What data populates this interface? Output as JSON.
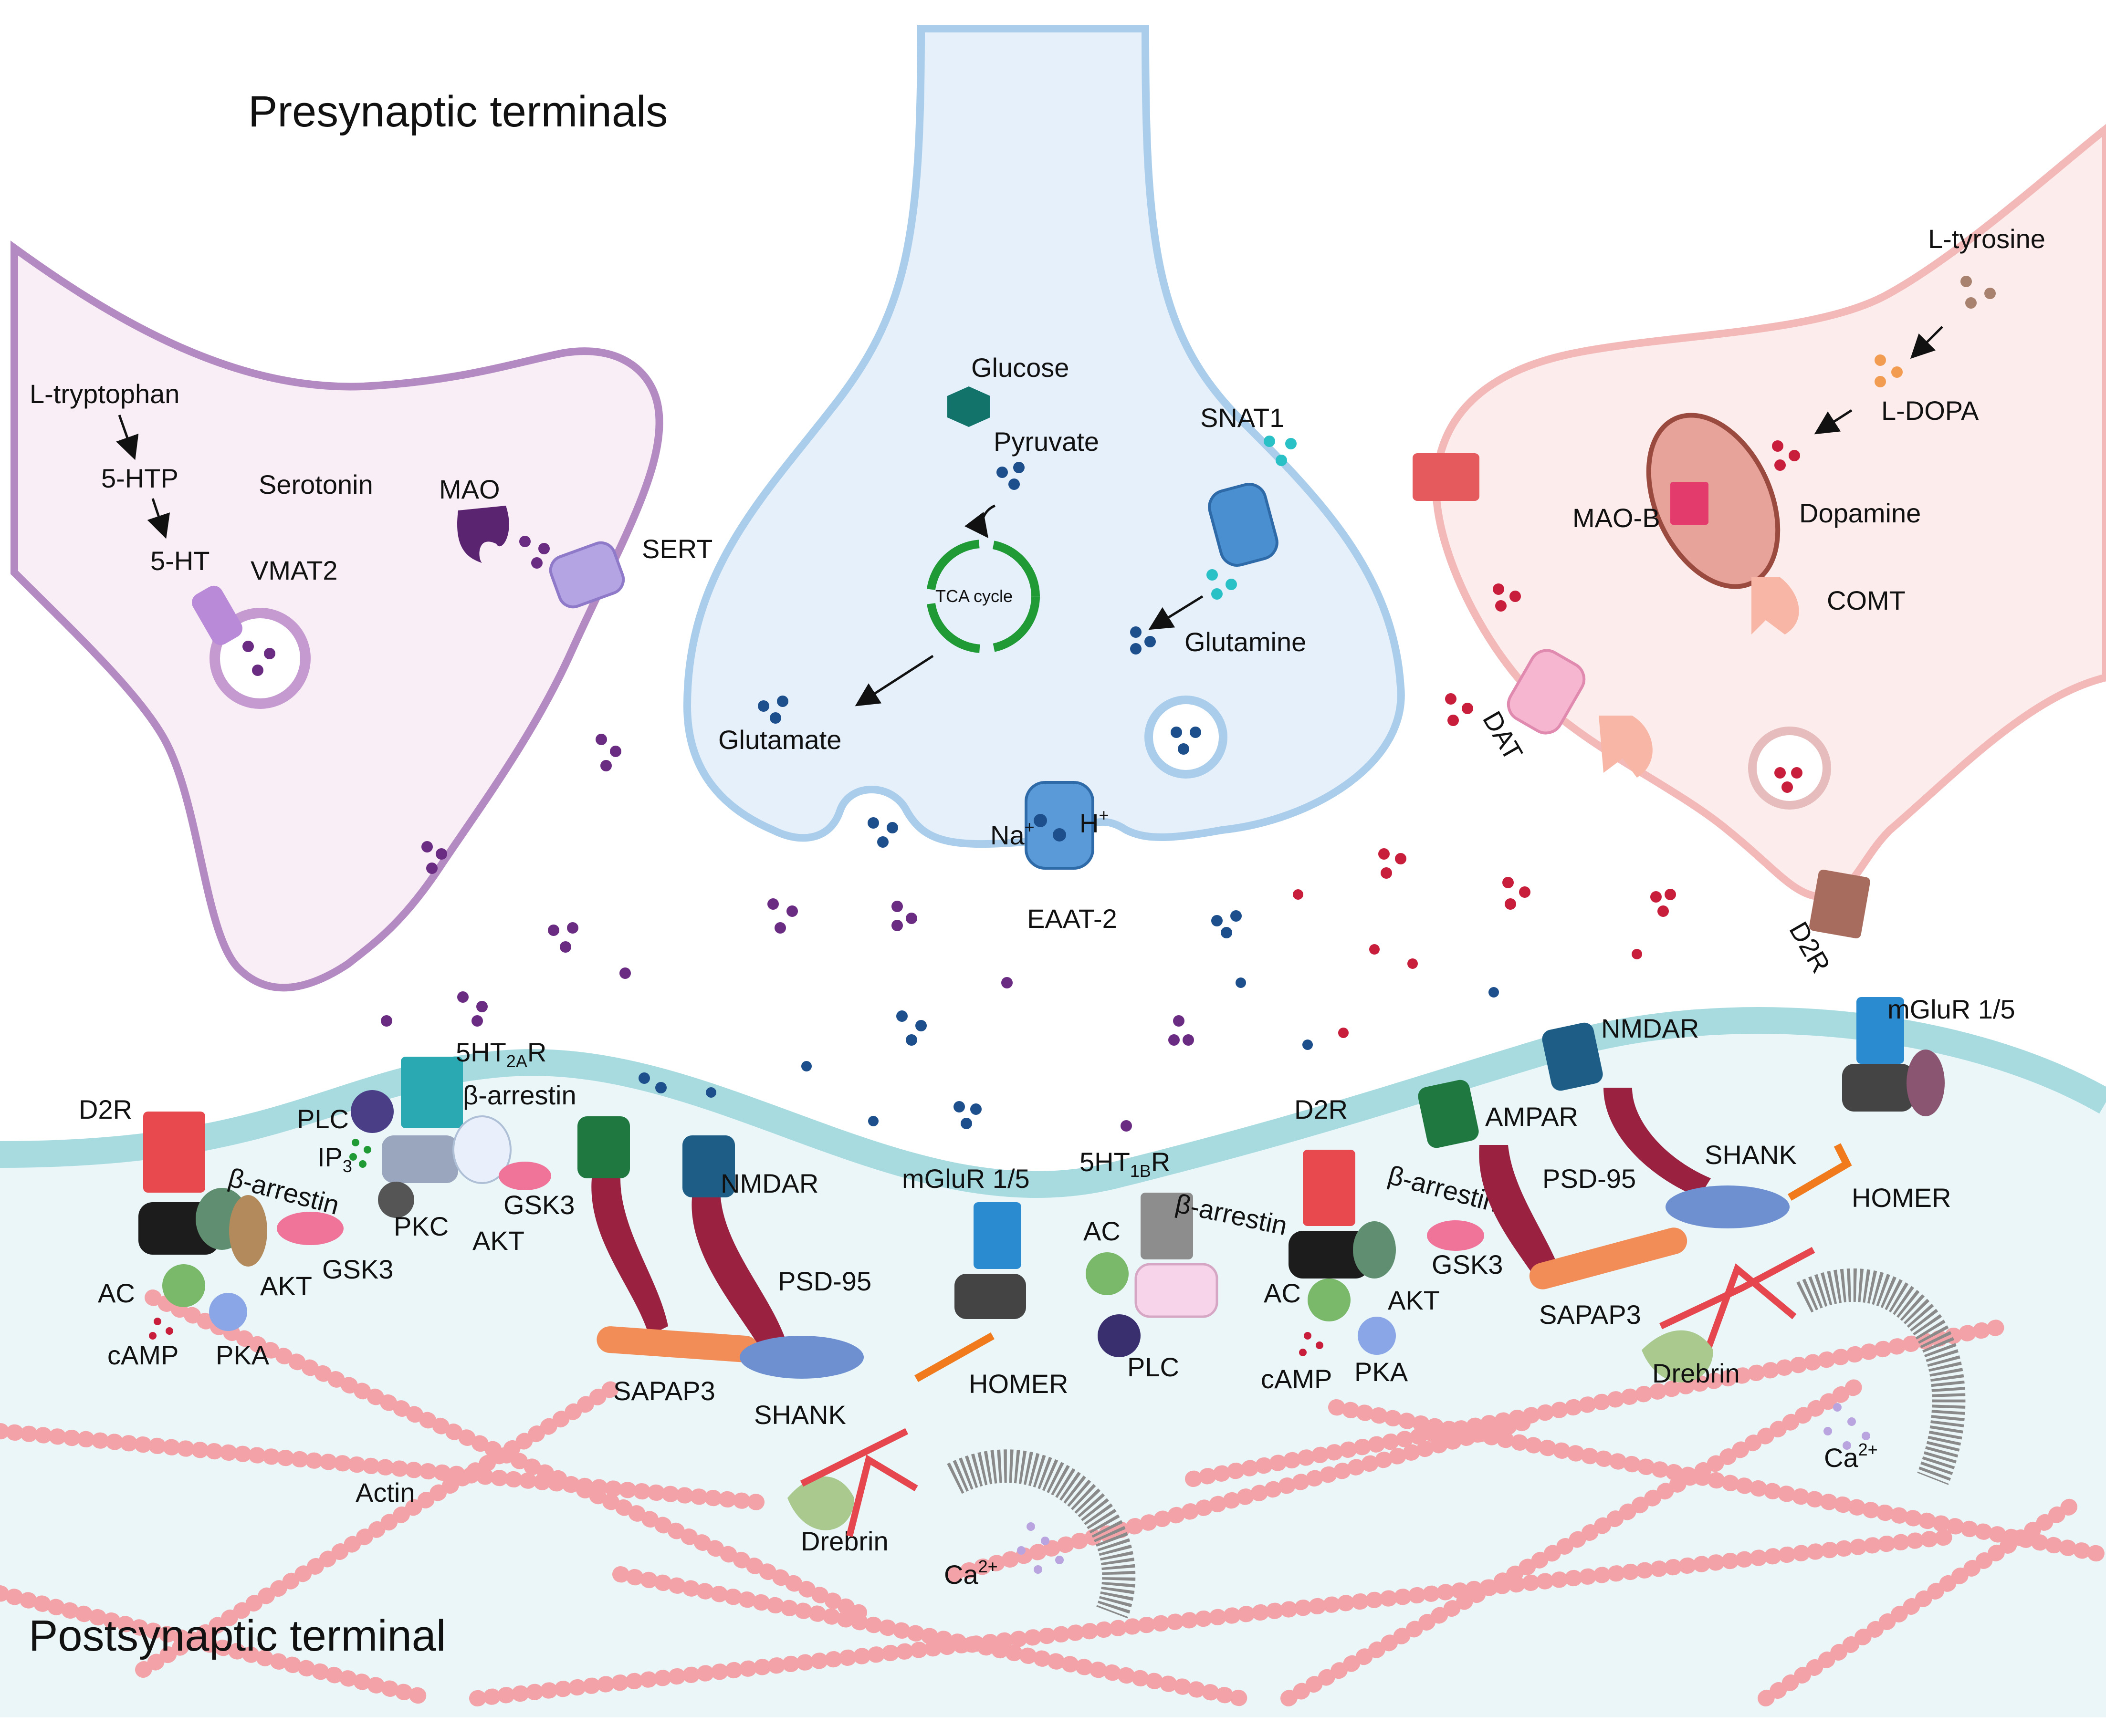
{
  "titles": {
    "presynaptic": "Presynaptic terminals",
    "postsynaptic": "Postsynaptic terminal"
  },
  "serotonin_neuron": {
    "l_tryptophan": "L-tryptophan",
    "five_htp": "5-HTP",
    "five_ht": "5-HT",
    "serotonin": "Serotonin",
    "mao": "MAO",
    "vmat2": "VMAT2",
    "sert": "SERT"
  },
  "glutamate_neuron": {
    "glucose": "Glucose",
    "pyruvate": "Pyruvate",
    "tca_cycle": "TCA cycle",
    "snat1": "SNAT1",
    "glutamine": "Glutamine",
    "glutamate": "Glutamate",
    "na": "Na",
    "na_sup": "+",
    "h": "H",
    "h_sup": "+",
    "eaat2": "EAAT-2"
  },
  "dopamine_neuron": {
    "l_tyrosine": "L-tyrosine",
    "l_dopa": "L-DOPA",
    "dopamine": "Dopamine",
    "mao_b": "MAO-B",
    "comt": "COMT",
    "dat": "DAT",
    "d2r": "D2R"
  },
  "postsynaptic": {
    "d2r_left": "D2R",
    "beta_arrestin_1": "β-arrestin",
    "ac_1": "AC",
    "akt_1": "AKT",
    "gsk3_1": "GSK3",
    "camp_1": "cAMP",
    "pka_1": "PKA",
    "ht2a_prefix": "5HT",
    "ht2a_sub": "2A",
    "ht2a_suffix": "R",
    "plc_1": "PLC",
    "ip3_prefix": "IP",
    "ip3_sub": "3",
    "beta_arrestin_2": "β-arrestin",
    "pkc": "PKC",
    "gsk3_2": "GSK3",
    "akt_2": "AKT",
    "nmdar_1": "NMDAR",
    "psd95_1": "PSD-95",
    "sapap3_1": "SAPAP3",
    "shank_1": "SHANK",
    "mglur_1": "mGluR 1/5",
    "homer_1": "HOMER",
    "drebrin_1": "Drebrin",
    "ca_1": "Ca",
    "ca_sup_1": "2+",
    "actin": "Actin",
    "ht1b_prefix": "5HT",
    "ht1b_sub": "1B",
    "ht1b_suffix": "R",
    "ac_2": "AC",
    "beta_arrestin_3": "β-arrestin",
    "plc_2": "PLC",
    "d2r_mid": "D2R",
    "beta_arrestin_4": "β-arrestin",
    "ac_3": "AC",
    "akt_3": "AKT",
    "gsk3_3": "GSK3",
    "camp_2": "cAMP",
    "pka_2": "PKA",
    "ampar": "AMPAR",
    "nmdar_2": "NMDAR",
    "psd95_2": "PSD-95",
    "mglur_2": "mGluR 1/5",
    "shank_2": "SHANK",
    "homer_2": "HOMER",
    "sapap3_2": "SAPAP3",
    "drebrin_2": "Drebrin",
    "ca_2": "Ca",
    "ca_sup_2": "2+"
  },
  "colors": {
    "serotonin_cell": "#f9eef5",
    "serotonin_membrane": "#b48ac2",
    "serotonin_dot": "#6a2c82",
    "glutamate_cell": "#e6f0fa",
    "glutamate_membrane": "#a9cdea",
    "glutamate_dot": "#1d4f8c",
    "dopamine_cell": "#fdecec",
    "dopamine_membrane": "#f3b8b8",
    "dopamine_dot": "#c81e3c",
    "postsynaptic_cell": "#eaf6f8",
    "postsynaptic_membrane": "#a7dbe0",
    "actin": "#f3a3a8",
    "psd95": "#9b2141",
    "sapap3": "#f28d58",
    "shank": "#6e8fd0",
    "d2r": "#e8494e",
    "nmdar": "#1d5d86",
    "ampar": "#1f7840",
    "ht_receptor": "#2aa9b3",
    "mglur": "#2a8bd1"
  }
}
